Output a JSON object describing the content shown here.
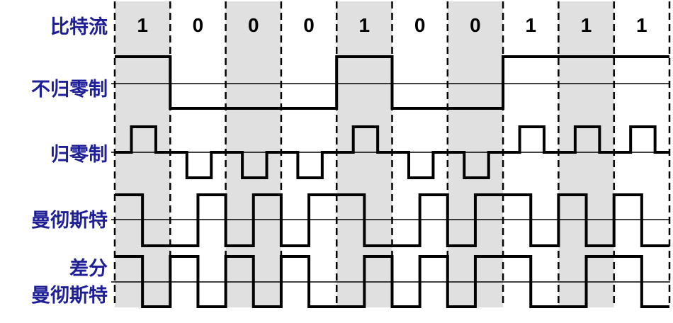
{
  "colors": {
    "shade_band": "#e0e0e0",
    "label_text": "#1e1e96",
    "waveform": "#000000",
    "bit_text": "#000000"
  },
  "row_labels": {
    "bitstream": "比特流",
    "nrz": "不归零制",
    "rz": "归零制",
    "manchester": "曼彻斯特",
    "diff_manchester_line1": "差分",
    "diff_manchester_line2": "曼彻斯特"
  },
  "chart_data": {
    "type": "line",
    "description": "line coding waveforms for one bit stream",
    "bits": [
      1,
      0,
      0,
      0,
      1,
      0,
      0,
      1,
      1,
      1
    ],
    "shaded_bit_columns": [
      0,
      2,
      4,
      6,
      8
    ],
    "rows": [
      {
        "label": "不归零制",
        "encoding": "NRZ",
        "half_bit_levels": [
          1,
          1,
          0,
          0,
          0,
          0,
          0,
          0,
          1,
          1,
          0,
          0,
          0,
          0,
          1,
          1,
          1,
          1,
          1,
          1
        ]
      },
      {
        "label": "归零制",
        "encoding": "RZ",
        "pulse_direction_per_bit": [
          1,
          -1,
          -1,
          -1,
          1,
          -1,
          -1,
          1,
          1,
          1
        ]
      },
      {
        "label": "曼彻斯特",
        "encoding": "Manchester",
        "half_bit_levels": [
          1,
          0,
          0,
          1,
          0,
          1,
          0,
          1,
          1,
          0,
          0,
          1,
          0,
          1,
          1,
          0,
          1,
          0,
          1,
          0
        ]
      },
      {
        "label": "差分曼彻斯特",
        "encoding": "Differential Manchester",
        "half_bit_levels": [
          1,
          0,
          1,
          0,
          1,
          0,
          1,
          0,
          0,
          1,
          0,
          1,
          0,
          1,
          1,
          0,
          0,
          1,
          1,
          0
        ]
      }
    ]
  }
}
